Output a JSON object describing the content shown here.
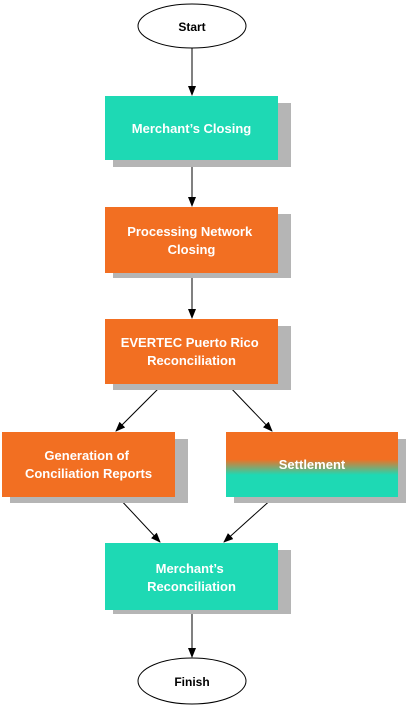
{
  "colors": {
    "teal": "#1ed9b4",
    "orange": "#f26f22",
    "shadow": "#b5b5b5",
    "terminator_fill": "#ffffff",
    "stroke": "#000000"
  },
  "nodes": {
    "start": {
      "label": "Start"
    },
    "merchant_closing": {
      "lines": [
        "Merchant’s Closing"
      ]
    },
    "processing_network_closing": {
      "lines": [
        "Processing Network",
        "Closing"
      ]
    },
    "evertec_reconciliation": {
      "lines": [
        "EVERTEC Puerto Rico",
        "Reconciliation"
      ]
    },
    "generation_reports": {
      "lines": [
        "Generation of",
        "Conciliation Reports"
      ]
    },
    "settlement": {
      "lines": [
        "Settlement"
      ]
    },
    "merchant_reconciliation": {
      "lines": [
        "Merchant’s",
        "Reconciliation"
      ]
    },
    "finish": {
      "label": "Finish"
    }
  }
}
